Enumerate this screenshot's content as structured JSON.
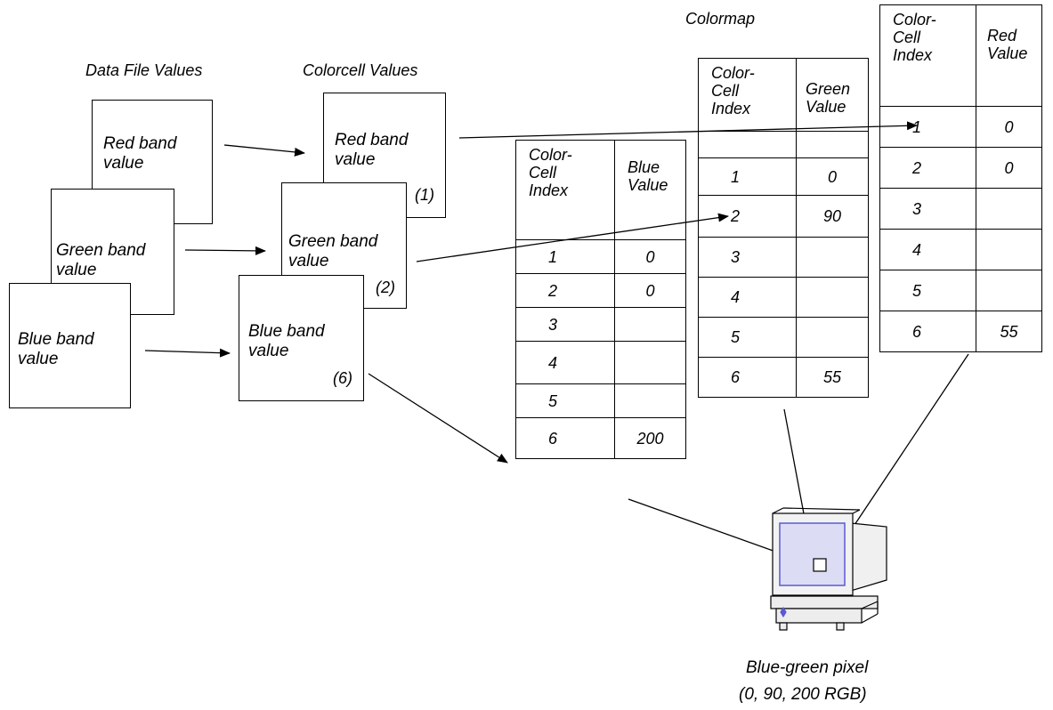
{
  "headings": {
    "data_file_values": "Data File Values",
    "colorcell_values": "Colorcell Values",
    "colormap": "Colormap"
  },
  "data_file_boxes": {
    "red": "Red band\nvalue",
    "green": "Green band\nvalue",
    "blue": "Blue band\nvalue"
  },
  "colorcell_boxes": {
    "red": {
      "label": "Red band\nvalue",
      "index": "(1)"
    },
    "green": {
      "label": "Green band\nvalue",
      "index": "(2)"
    },
    "blue": {
      "label": "Blue band\nvalue",
      "index": "(6)"
    }
  },
  "tables": {
    "blue": {
      "index_header": "Color-\nCell\nIndex",
      "value_header": "Blue\nValue",
      "rows": [
        {
          "index": "1",
          "value": "0"
        },
        {
          "index": "2",
          "value": "0"
        },
        {
          "index": "3",
          "value": ""
        },
        {
          "index": "4",
          "value": ""
        },
        {
          "index": "5",
          "value": ""
        },
        {
          "index": "6",
          "value": "200"
        }
      ]
    },
    "green": {
      "index_header": "Color-\nCell\nIndex",
      "value_header": "Green\nValue",
      "rows": [
        {
          "index": "1",
          "value": "0"
        },
        {
          "index": "2",
          "value": "90"
        },
        {
          "index": "3",
          "value": ""
        },
        {
          "index": "4",
          "value": ""
        },
        {
          "index": "5",
          "value": ""
        },
        {
          "index": "6",
          "value": "55"
        }
      ]
    },
    "red": {
      "index_header": "Color-\nCell\nIndex",
      "value_header": "Red\nValue",
      "rows": [
        {
          "index": "1",
          "value": "0"
        },
        {
          "index": "2",
          "value": "0"
        },
        {
          "index": "3",
          "value": ""
        },
        {
          "index": "4",
          "value": ""
        },
        {
          "index": "5",
          "value": ""
        },
        {
          "index": "6",
          "value": "55"
        }
      ]
    }
  },
  "output": {
    "caption_line1": "Blue-green pixel",
    "caption_line2": "(0, 90, 200 RGB)"
  },
  "colors": {
    "line": "#000000",
    "screen_fill": "#dcdcf5",
    "screen_border": "#5a5ad2",
    "monitor_body": "#f2f2f2"
  },
  "icons": {
    "output_device": "monitor-icon"
  }
}
